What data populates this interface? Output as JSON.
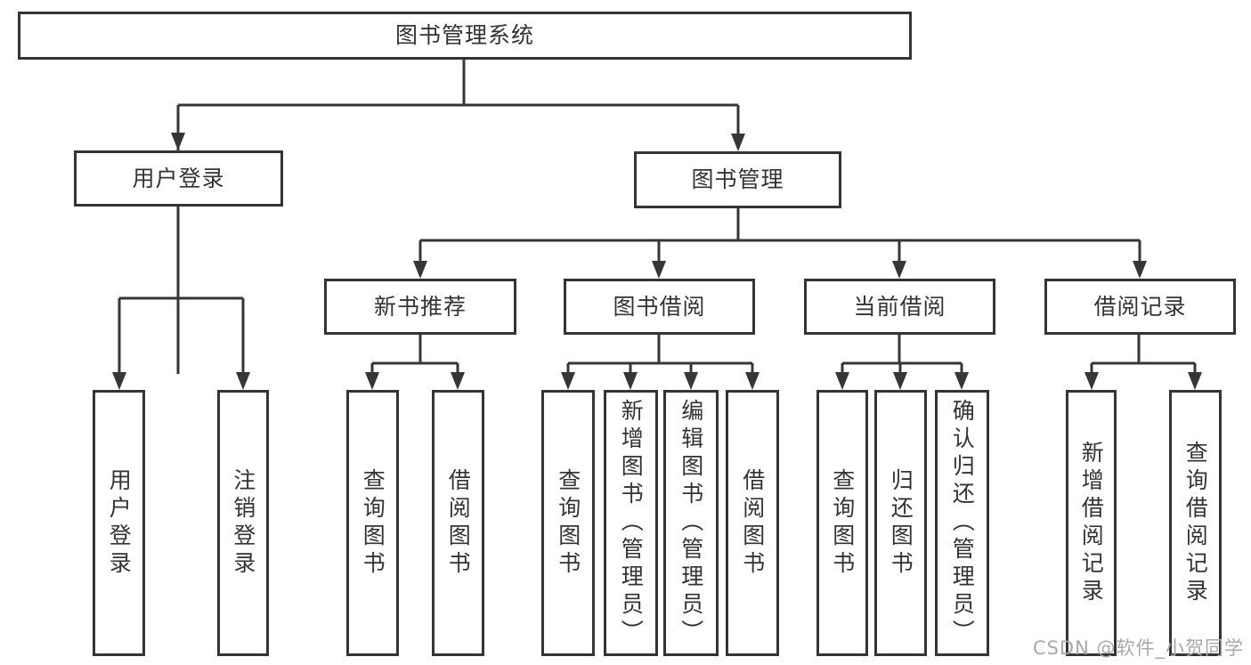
{
  "title": "图书管理系统",
  "nodes": {
    "root": "图书管理系统",
    "user_login": "用户登录",
    "book_mgmt": "图书管理",
    "new_book": "新书推荐",
    "book_borrow": "图书借阅",
    "current_borrow": "当前借阅",
    "borrow_record": "借阅记录",
    "leaf_user_login": "用户登录",
    "leaf_logout": "注销登录",
    "leaf_query_book_newbook": "查询图书",
    "leaf_borrow_book_newbook": "借阅图书",
    "leaf_query_book_borrow": "查询图书",
    "leaf_add_book_admin": "新增图书（管理员）",
    "leaf_edit_book_admin": "编辑图书（管理员）",
    "leaf_borrow_book_borrow": "借阅图书",
    "leaf_query_book_current": "查询图书",
    "leaf_return_book": "归还图书",
    "leaf_confirm_return_admin": "确认归还（管理员）",
    "leaf_add_borrow_record": "新增借阅记录",
    "leaf_query_borrow_record": "查询借阅记录"
  },
  "watermark": "CSDN @软件_小贺同学",
  "colors": {
    "line": "#363636",
    "border": "#343434",
    "text": "#333333",
    "watermark_text": "#a8a8a8",
    "background": "#ffffff"
  }
}
